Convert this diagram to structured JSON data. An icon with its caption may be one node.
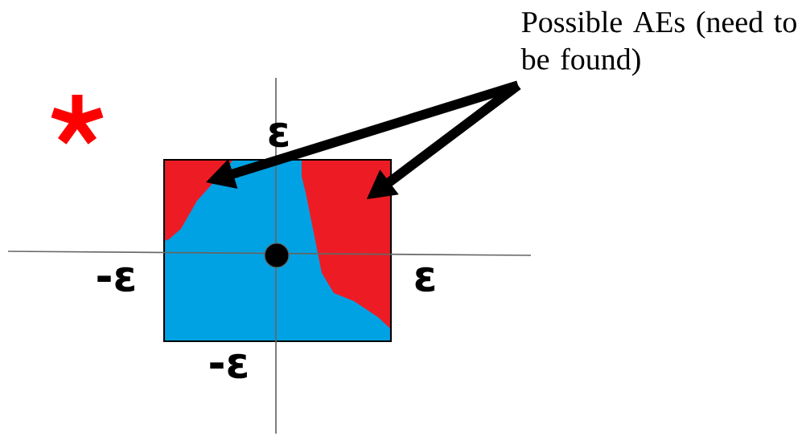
{
  "diagram": {
    "nodes": [
      {
        "text": [
          "Possible AEs (need to be found)"
        ]
      },
      {
        "text": [],
        "shape": "box"
      },
      {
        "text": [],
        "shape": "box"
      }
    ],
    "edges": [
      {
        "from": 0,
        "to": 1,
        "arrow": "to"
      },
      {
        "from": 0,
        "to": 2,
        "arrow": "to"
      }
    ],
    "labels": [
      "ɛ",
      "-ɛ",
      "ɛ",
      "-ɛ"
    ]
  }
}
